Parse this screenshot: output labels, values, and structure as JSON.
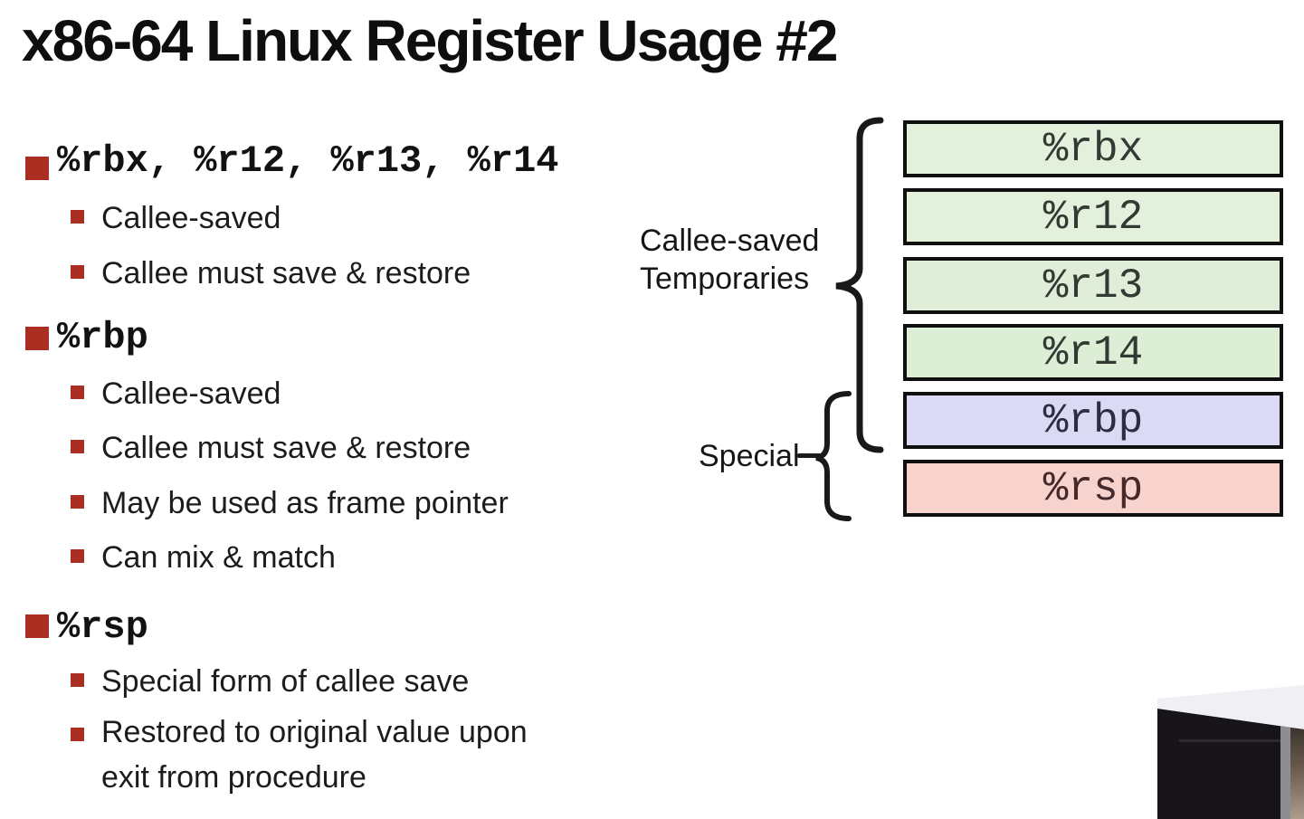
{
  "colors": {
    "bullet_main": "#aa2e22",
    "bullet_sub": "#aa2e22",
    "box_border": "#0f0f0f"
  },
  "slide": {
    "title": "x86-64 Linux Register Usage #2",
    "sections": [
      {
        "label": "%rbx, %r12, %r13, %r14",
        "items": [
          "Callee-saved",
          "Callee must save & restore"
        ]
      },
      {
        "label": "%rbp",
        "items": [
          "Callee-saved",
          "Callee must save & restore",
          "May be used as frame pointer",
          "Can mix & match"
        ]
      },
      {
        "label": "%rsp",
        "items": [
          "Special form of callee save",
          "Restored to original value upon exit from procedure"
        ]
      }
    ],
    "diagram": {
      "groups": [
        {
          "label_lines": [
            "Callee-saved",
            "Temporaries"
          ],
          "covers": [
            "%rbx",
            "%r12",
            "%r13",
            "%r14",
            "%rbp"
          ]
        },
        {
          "label": "Special",
          "covers": [
            "%rbp",
            "%rsp"
          ]
        }
      ],
      "registers": [
        {
          "name": "%rbx",
          "fill": "#e3f0dc",
          "text_color": "#333a33"
        },
        {
          "name": "%r12",
          "fill": "#e3f0dc",
          "text_color": "#333a33"
        },
        {
          "name": "%r13",
          "fill": "#e0eed9",
          "text_color": "#333a33"
        },
        {
          "name": "%r14",
          "fill": "#ddeed6",
          "text_color": "#333a33"
        },
        {
          "name": "%rbp",
          "fill": "#dadaf4",
          "text_color": "#2c2c44"
        },
        {
          "name": "%rsp",
          "fill": "#f8d2cd",
          "text_color": "#45292b"
        }
      ]
    }
  }
}
